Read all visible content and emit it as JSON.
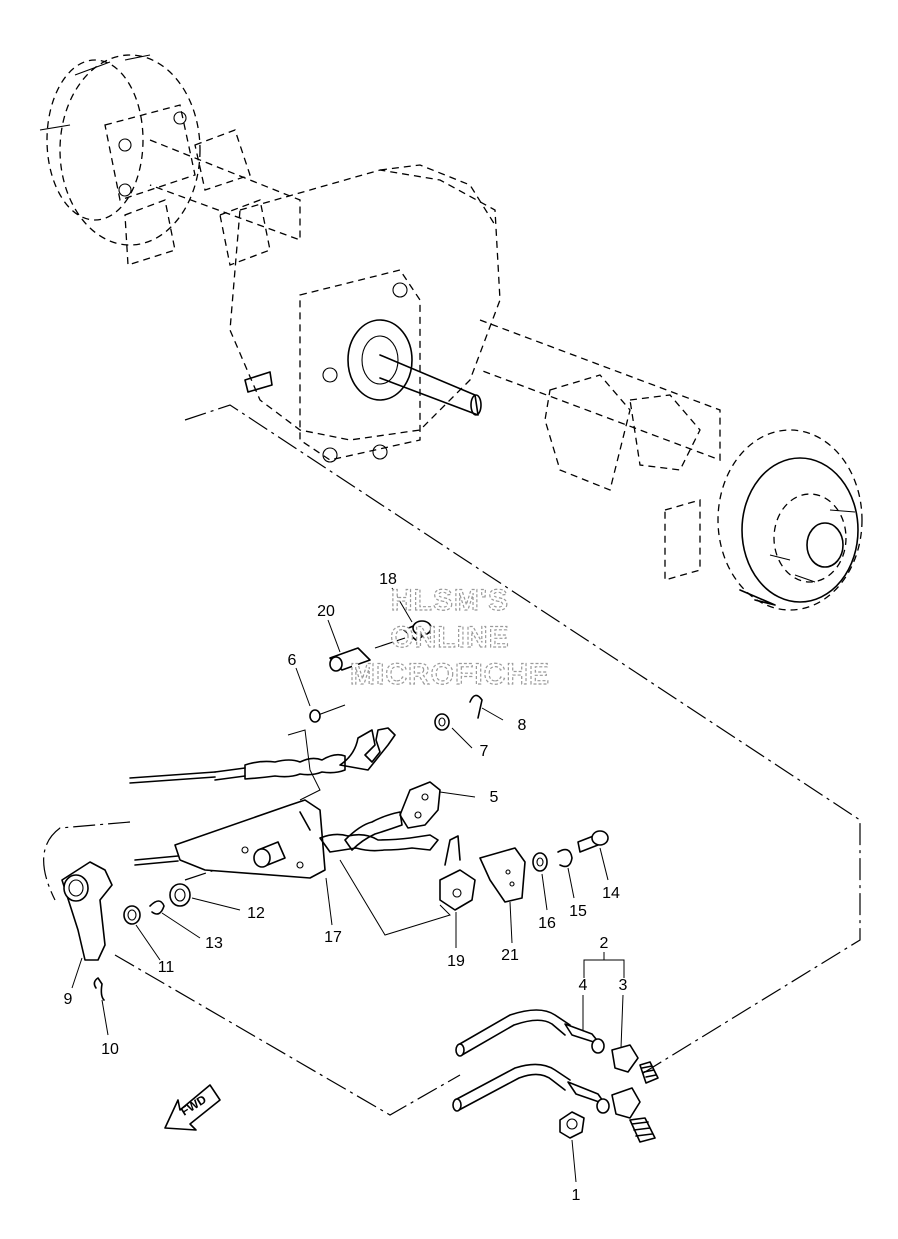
{
  "watermark": {
    "line1": "HLSM'S",
    "line2": "ONLINE",
    "line3": "MICROFICHE"
  },
  "direction_arrow": {
    "text": "FWD",
    "icon": "fwd-arrow-icon"
  },
  "callouts": [
    {
      "id": "1",
      "text": "1"
    },
    {
      "id": "2",
      "text": "2"
    },
    {
      "id": "3",
      "text": "3"
    },
    {
      "id": "4",
      "text": "4"
    },
    {
      "id": "5",
      "text": "5"
    },
    {
      "id": "6",
      "text": "6"
    },
    {
      "id": "7",
      "text": "7"
    },
    {
      "id": "8",
      "text": "8"
    },
    {
      "id": "9",
      "text": "9"
    },
    {
      "id": "10",
      "text": "10"
    },
    {
      "id": "11",
      "text": "11"
    },
    {
      "id": "12",
      "text": "12"
    },
    {
      "id": "13",
      "text": "13"
    },
    {
      "id": "14",
      "text": "14"
    },
    {
      "id": "15",
      "text": "15"
    },
    {
      "id": "16",
      "text": "16"
    },
    {
      "id": "17",
      "text": "17"
    },
    {
      "id": "18",
      "text": "18"
    },
    {
      "id": "19",
      "text": "19"
    },
    {
      "id": "20",
      "text": "20"
    },
    {
      "id": "21",
      "text": "21"
    }
  ]
}
